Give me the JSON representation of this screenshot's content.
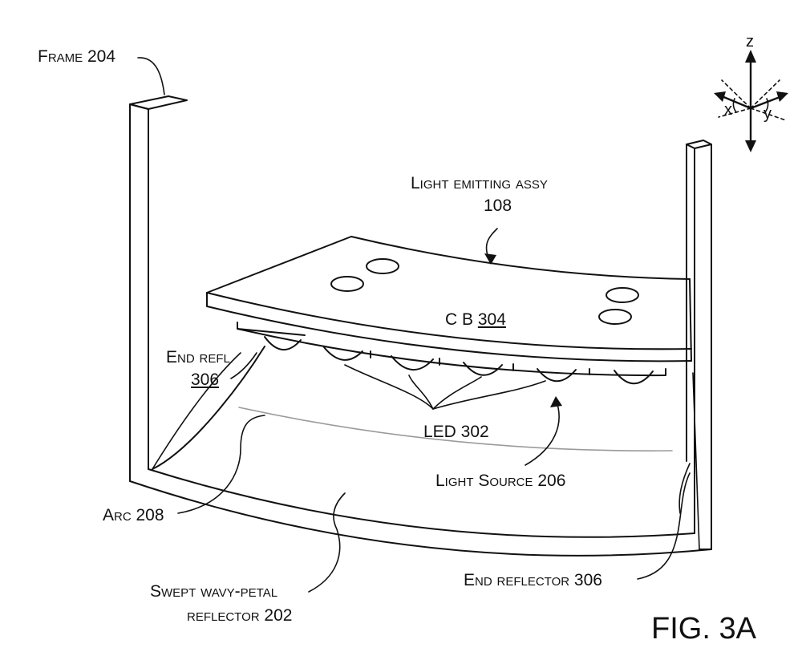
{
  "figure_id": "FIG. 3A",
  "labels": {
    "frame": "Frame 204",
    "light_emitting_assy": "Light emitting assy",
    "assy_number": "108",
    "cb": "C B",
    "cb_number": "304",
    "end_refl": "End refl",
    "end_refl_number": "306",
    "led": "LED 302",
    "light_source": "Light Source 206",
    "arc": "Arc 208",
    "swept_reflector_line1": "Swept wavy-petal",
    "swept_reflector_line2": "reflector 202",
    "end_reflector": "End reflector 306"
  },
  "axes": {
    "z": "z",
    "x": "x",
    "y": "y"
  },
  "colors": {
    "line": "#111111",
    "arc_line": "#9a9a9a",
    "background": "#ffffff"
  }
}
